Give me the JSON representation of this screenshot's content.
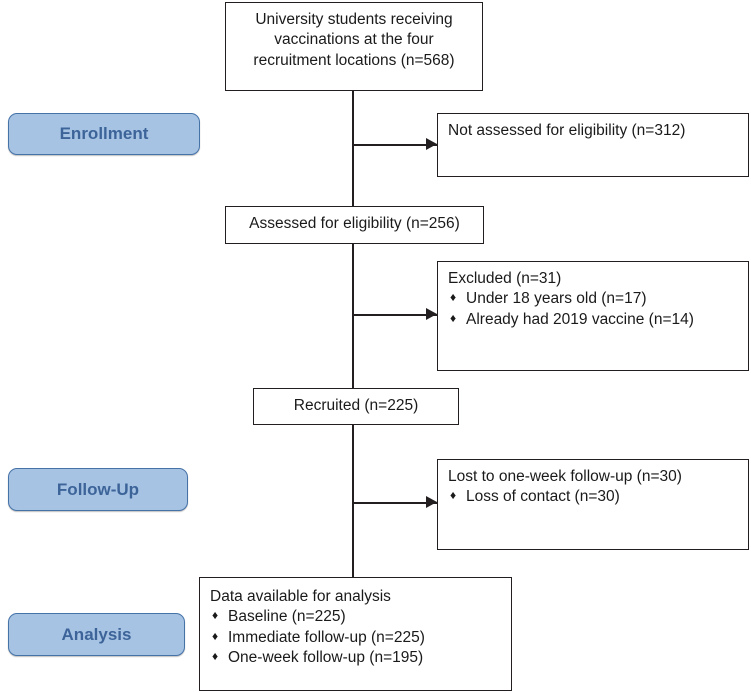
{
  "diagram": {
    "title": "CONSORT participant flow diagram",
    "accent_color": "#a7c3e4",
    "accent_border_color": "#4573a8",
    "accent_text_color": "#3c6499",
    "line_color": "#231f20",
    "bullet_glyph": "♦"
  },
  "stages": [
    {
      "label": "Enrollment"
    },
    {
      "label": "Follow-Up"
    },
    {
      "label": "Analysis"
    }
  ],
  "nodes": {
    "source": {
      "lines": [
        "University students receiving",
        "vaccinations at the four",
        "recruitment locations (n=568)"
      ]
    },
    "not_assessed": {
      "heading": "Not assessed for eligibility (n=312)",
      "items": []
    },
    "assessed": {
      "heading": "Assessed for eligibility (n=256)"
    },
    "excluded": {
      "heading": "Excluded (n=31)",
      "items": [
        "Under 18 years old (n=17)",
        "Already had 2019 vaccine (n=14)"
      ]
    },
    "recruited": {
      "heading": "Recruited (n=225)"
    },
    "lost": {
      "heading": "Lost to one-week follow-up (n=30)",
      "items": [
        "Loss of contact (n=30)"
      ]
    },
    "analysis": {
      "heading": "Data available for analysis",
      "items": [
        "Baseline (n=225)",
        "Immediate follow-up (n=225)",
        "One-week follow-up (n=195)"
      ]
    }
  }
}
